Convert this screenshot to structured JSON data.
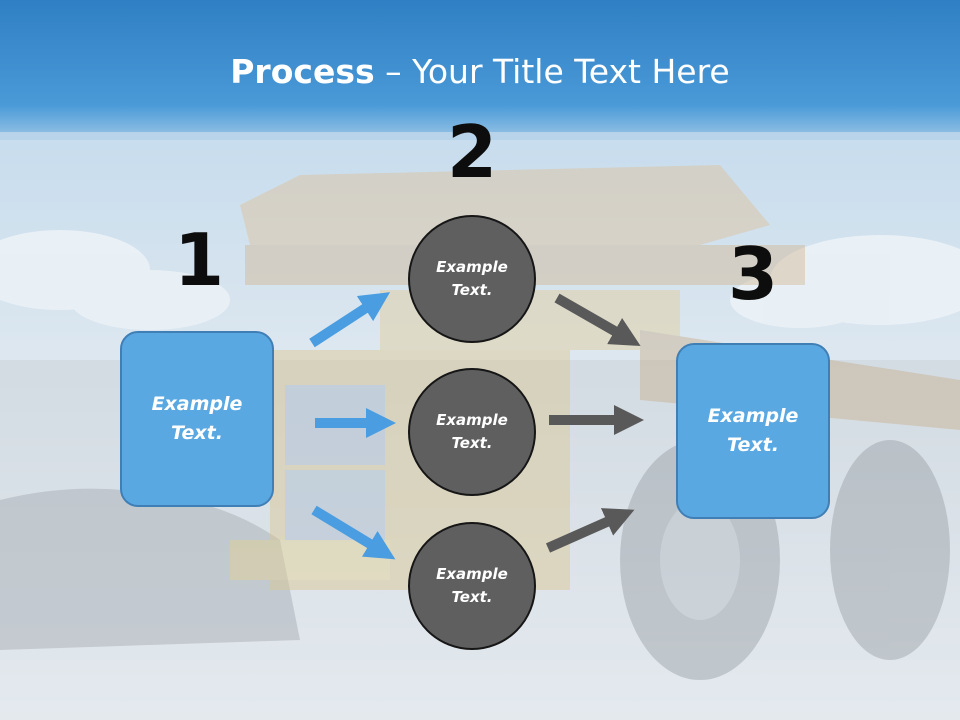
{
  "title": {
    "bold": "Process",
    "dash": " – ",
    "rest": "Your Title Text Here"
  },
  "steps": [
    {
      "number": "1",
      "label": "Example Text."
    },
    {
      "number": "2",
      "label": "Example Text."
    },
    {
      "number": "3",
      "label": "Example Text."
    }
  ],
  "circles": [
    {
      "label": "Example Text."
    },
    {
      "label": "Example Text."
    },
    {
      "label": "Example Text."
    }
  ],
  "colors": {
    "box_fill": "#5aa8e2",
    "box_border": "#3f7fb6",
    "circle_fill": "#5f5f5f",
    "blue_arrow": "#4a9de0",
    "gray_arrow": "#595959"
  }
}
